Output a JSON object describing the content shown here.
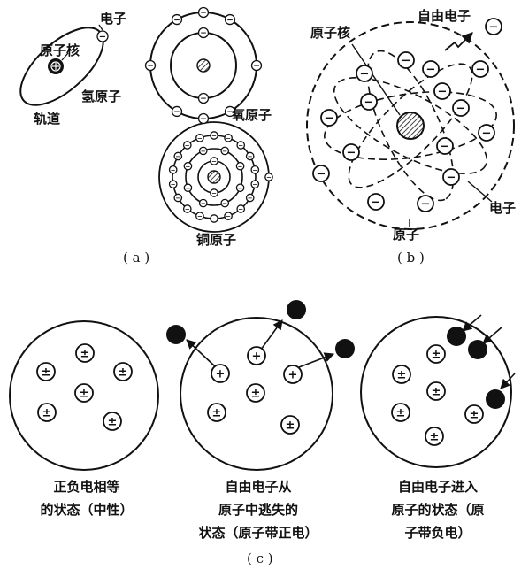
{
  "panel_a": {
    "hydrogen": {
      "electron_label": "电子",
      "nucleus_label": "原子核",
      "atom_label": "氢原子",
      "orbit_label": "轨道"
    },
    "oxygen": {
      "atom_label": "氧原子"
    },
    "copper": {
      "atom_label": "铜原子"
    },
    "caption": "( a )"
  },
  "panel_b": {
    "nucleus_label": "原子核",
    "free_electron_label": "自由电子",
    "electron_label": "电子",
    "atom_label": "原子",
    "caption": "( b )"
  },
  "panel_c": {
    "neutral": {
      "line1": "正负电相等",
      "line2": "的状态（中性）"
    },
    "positive": {
      "line1": "自由电子从",
      "line2": "原子中逃失的",
      "line3": "状态（原子带正电）"
    },
    "negative": {
      "line1": "自由电子进入",
      "line2": "原子的状态（原",
      "line3": "子带负电）"
    },
    "caption": "( c )"
  },
  "symbols": {
    "electron": "−",
    "proton": "+",
    "neutral": "±"
  }
}
